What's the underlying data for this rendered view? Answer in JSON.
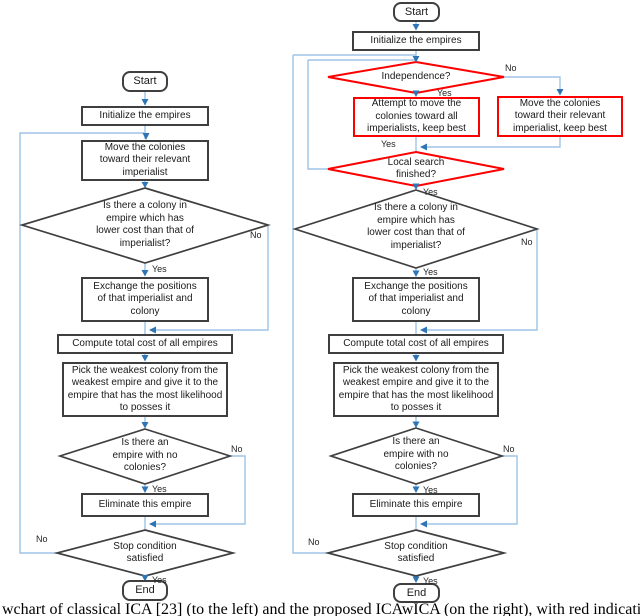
{
  "figure": {
    "caption": "wchart of classical ICA [23] (to the left) and the proposed ICAwICA (on the right), with red indicating the ch"
  },
  "labels": {
    "yes": "Yes",
    "no": "No"
  },
  "colors": {
    "flow_line": "#9dc3e6",
    "arrowhead": "#2e75b6",
    "box_border": "#3f3f3f",
    "highlight_red": "#ff0000",
    "text": "#1a1a1a"
  },
  "left_chart": {
    "start": "Start",
    "init": "Initialize the empires",
    "move": "Move the colonies toward their relevant imperialist",
    "colony_question": "Is there a colony in empire which has lower cost than that of imperialist?",
    "exchange": "Exchange the positions of that imperialist and colony",
    "compute": "Compute total cost of all empires",
    "pick": "Pick the weakest colony from the weakest empire and give it to the empire that has the most likelihood to posses it",
    "empire_question": "Is there an empire with no colonies?",
    "eliminate": "Eliminate this empire",
    "stop_question": "Stop condition satisfied",
    "end": "End"
  },
  "right_chart": {
    "start": "Start",
    "init": "Initialize the empires",
    "independence_question": "Independence?",
    "attempt": "Attempt to move the colonies toward all imperialists, keep best",
    "move_keep_best": "Move the colonies toward their relevant imperialist, keep best",
    "local_search_question": "Local search finished?",
    "colony_question": "Is there a colony in empire which has lower cost than that of imperialist?",
    "exchange": "Exchange the positions of that imperialist and colony",
    "compute": "Compute total cost of all empires",
    "pick": "Pick the weakest colony from the weakest empire and give it to the empire that has the most likelihood to posses it",
    "empire_question": "Is there an empire with no colonies?",
    "eliminate": "Eliminate this empire",
    "stop_question": "Stop condition satisfied",
    "end": "End"
  }
}
